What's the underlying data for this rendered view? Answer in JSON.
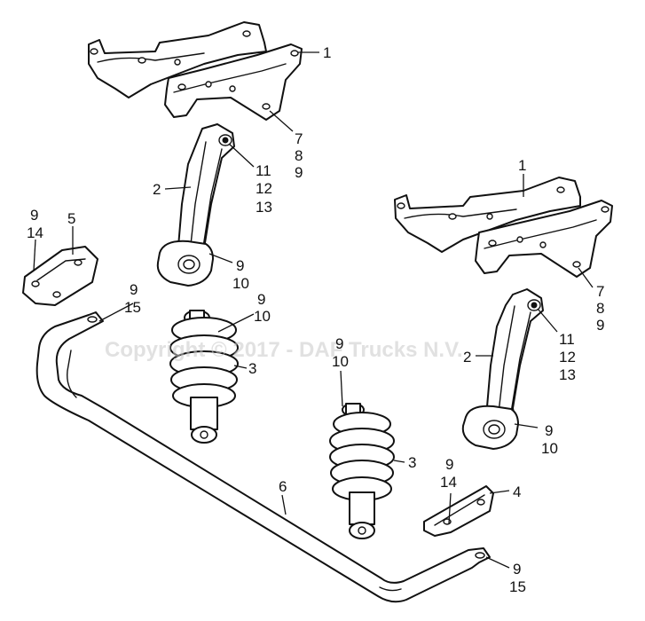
{
  "watermark": "Copyright © 2017 - DAF Trucks N.V.",
  "callouts": {
    "bracket_top": [
      "1"
    ],
    "bracket_top_fix": [
      "7",
      "8",
      "9"
    ],
    "link_top_pin": [
      "11",
      "12",
      "13"
    ],
    "link_top": [
      "2"
    ],
    "link_top_bush": [
      "9",
      "10"
    ],
    "plate_left": [
      "5"
    ],
    "plate_left_fix": [
      "9",
      "14"
    ],
    "bar_end_left": [
      "9",
      "15"
    ],
    "shock_left_top": [
      "9",
      "10"
    ],
    "shock_left": [
      "3"
    ],
    "shock_right_top": [
      "9",
      "10"
    ],
    "shock_right": [
      "3"
    ],
    "bracket_right": [
      "1"
    ],
    "bracket_right_fix": [
      "7",
      "8",
      "9"
    ],
    "link_right_pin": [
      "11",
      "12",
      "13"
    ],
    "link_right": [
      "2"
    ],
    "link_right_bush": [
      "9",
      "10"
    ],
    "stabilizer_bar": [
      "6"
    ],
    "plate_right": [
      "4"
    ],
    "plate_right_fix": [
      "9",
      "14"
    ],
    "bar_end_right": [
      "9",
      "15"
    ]
  }
}
